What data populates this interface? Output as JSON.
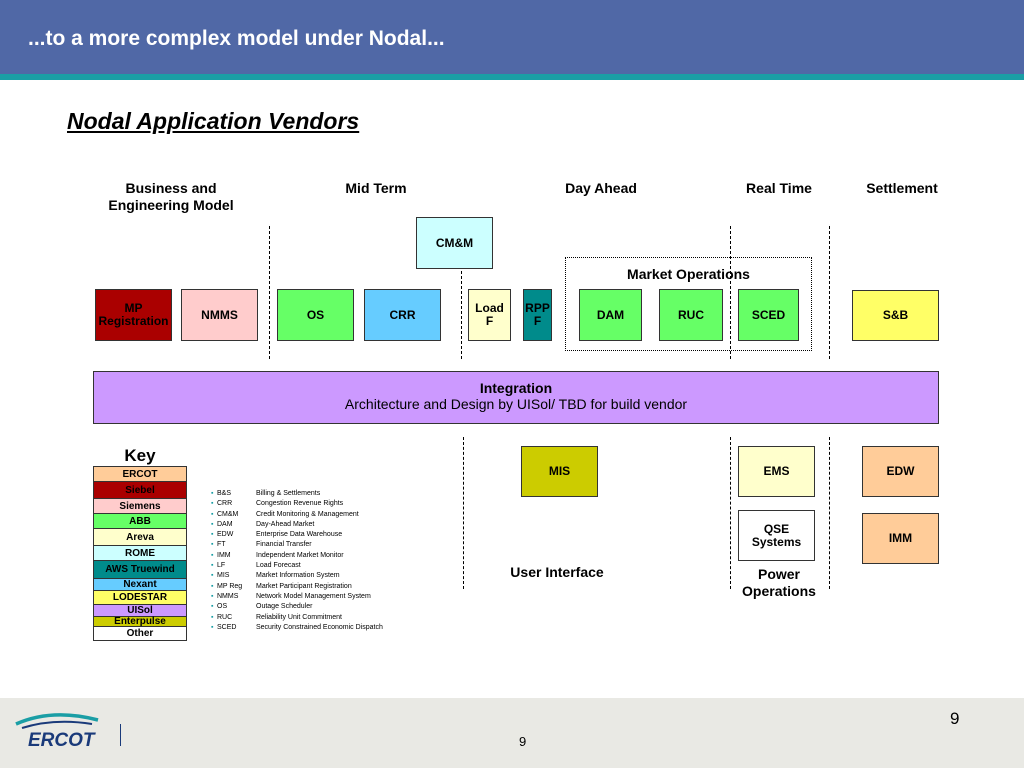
{
  "header": {
    "title": "...to a more complex model under Nodal..."
  },
  "subtitle": "Nodal Application Vendors",
  "columns": {
    "business_l1": "Business and",
    "business_l2": "Engineering Model",
    "mid_term": "Mid Term",
    "day_ahead": "Day Ahead",
    "real_time": "Real Time",
    "settlement": "Settlement"
  },
  "boxes": {
    "cmm": "CM&M",
    "mp_reg_l1": "MP",
    "mp_reg_l2": "Registration",
    "nmms": "NMMS",
    "os": "OS",
    "crr": "CRR",
    "loadf_l1": "Load",
    "loadf_l2": "F",
    "rppf_l1": "RPP",
    "rppf_l2": "F",
    "dam": "DAM",
    "ruc": "RUC",
    "sced": "SCED",
    "sb": "S&B",
    "mis": "MIS",
    "ems": "EMS",
    "qse_l1": "QSE",
    "qse_l2": "Systems",
    "edw": "EDW",
    "imm": "IMM"
  },
  "market_ops": "Market Operations",
  "integration": {
    "title": "Integration",
    "subtitle": "Architecture and Design by UISol/ TBD for build vendor"
  },
  "labels": {
    "user_interface": "User Interface",
    "power_l1": "Power",
    "power_l2": "Operations"
  },
  "key": {
    "title": "Key",
    "rows": [
      {
        "label": "ERCOT",
        "color": "#ffcc99"
      },
      {
        "label": "Siebel",
        "color": "#aa0000"
      },
      {
        "label": "Siemens",
        "color": "#ffcccc"
      },
      {
        "label": "ABB",
        "color": "#66ff66"
      },
      {
        "label": "Areva",
        "color": "#ffffcc"
      },
      {
        "label": "ROME",
        "color": "#ccffff"
      },
      {
        "label": "AWS Truewind",
        "color": "#008b8b"
      },
      {
        "label": "Nexant",
        "color": "#66ccff"
      },
      {
        "label": "LODESTAR",
        "color": "#ffff66"
      },
      {
        "label": "UISol",
        "color": "#cc99ff"
      },
      {
        "label": "Enterpulse",
        "color": "#cccc00"
      },
      {
        "label": "Other",
        "color": "#ffffff"
      }
    ]
  },
  "abbreviations": [
    {
      "code": "B&S",
      "desc": "Billing & Settlements"
    },
    {
      "code": "CRR",
      "desc": "Congestion Revenue Rights"
    },
    {
      "code": "CM&M",
      "desc": "Credit Monitoring & Management"
    },
    {
      "code": "DAM",
      "desc": "Day-Ahead Market"
    },
    {
      "code": "EDW",
      "desc": "Enterprise Data Warehouse"
    },
    {
      "code": "FT",
      "desc": "Financial Transfer"
    },
    {
      "code": "IMM",
      "desc": "Independent Market Monitor"
    },
    {
      "code": "LF",
      "desc": "Load Forecast"
    },
    {
      "code": "MIS",
      "desc": "Market Information System"
    },
    {
      "code": "MP Reg",
      "desc": "Market Participant Registration"
    },
    {
      "code": "NMMS",
      "desc": "Network Model Management System"
    },
    {
      "code": "OS",
      "desc": "Outage Scheduler"
    },
    {
      "code": "RUC",
      "desc": "Reliability Unit Commitment"
    },
    {
      "code": "SCED",
      "desc": "Security Constrained Economic Dispatch"
    }
  ],
  "footer": {
    "logo_text": "ERCOT",
    "page_center": "9",
    "page_right": "9"
  },
  "colors": {
    "header_bg": "#5068a6",
    "teal_rule": "#1a9ea5",
    "footer_bg": "#e9e9e4",
    "mp_reg": "#aa0000",
    "nmms": "#ffcccc",
    "abb_green": "#66ff66",
    "crr": "#66ccff",
    "loadf": "#ffffcc",
    "rppf": "#008b8b",
    "cmm": "#ccffff",
    "sb": "#ffff66",
    "integration": "#cc99ff",
    "mis": "#cccc00",
    "ems": "#ffffcc",
    "edw": "#ffcc99"
  }
}
